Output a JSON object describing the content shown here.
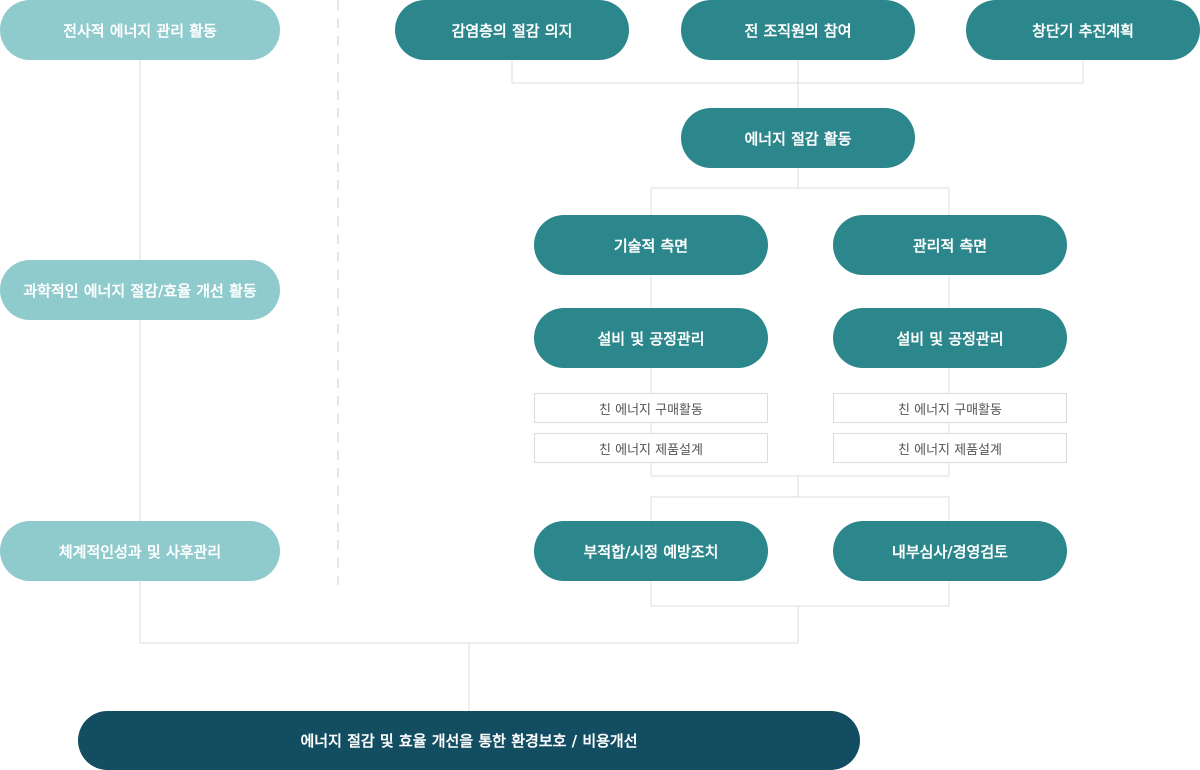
{
  "left_column": {
    "top": "전사적 에너지 관리 활동",
    "middle": "과학적인 에너지 절감/효율 개선 활동",
    "bottom": "체계적인성과 및 사후관리"
  },
  "top_row": {
    "item1": "감염층의 절감 의지",
    "item2": "전 조직원의 참여",
    "item3": "창단기 추진계획"
  },
  "center": {
    "activity": "에너지 절감 활동"
  },
  "technical": {
    "title": "기술적 측면",
    "facility": "설비 및 공정관리",
    "sub1": "친 에너지 구매활동",
    "sub2": "친 에너지 제품설계"
  },
  "managerial": {
    "title": "관리적 측면",
    "facility": "설비 및 공정관리",
    "sub1": "친 에너지 구매활동",
    "sub2": "친 에너지 제품설계"
  },
  "checks": {
    "prevention": "부적합/시정 예방조치",
    "audit": "내부심사/경영검토"
  },
  "result": "에너지 절감 및 효율 개선을 통한 환경보호 / 비용개선",
  "colors": {
    "light": "#8fcacd",
    "teal": "#2b878b",
    "dark": "#124d61",
    "line": "#dcdcdc"
  }
}
